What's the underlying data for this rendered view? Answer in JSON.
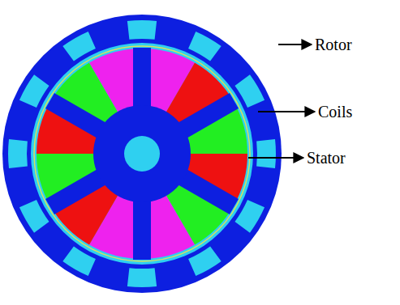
{
  "diagram": {
    "labels": [
      "Rotor",
      "Coils",
      "Stator"
    ]
  }
}
